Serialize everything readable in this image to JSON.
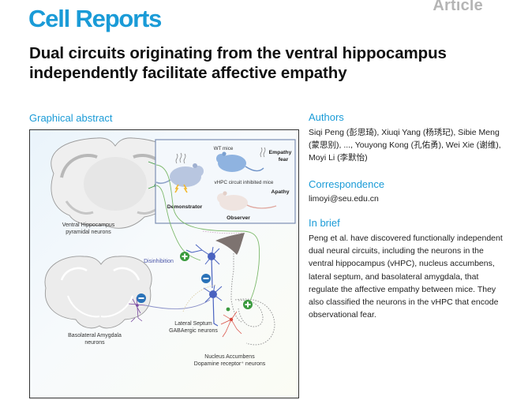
{
  "header": {
    "article_type": "Article",
    "journal": "Cell Reports",
    "title": "Dual circuits originating from the ventral hippocampus independently facilitate affective empathy"
  },
  "graphical_abstract": {
    "heading": "Graphical abstract",
    "inset": {
      "wt_label": "WT mice",
      "empathy_label_1": "Empathy",
      "empathy_label_2": "fear",
      "inhibited_label": "vHPC circuit inhibited mice",
      "apathy_label": "Apathy",
      "demonstrator_label": "Demonstrator",
      "observer_label": "Observer"
    },
    "labels": {
      "vhpc_1": "Ventral Hippocampus",
      "vhpc_2": "pyramidal neurons",
      "disinhibition": "Disinhibition",
      "bla_1": "Basolateral Amygdala",
      "bla_2": "neurons",
      "ls_1": "Lateral Septum",
      "ls_2": "GABAergic neurons",
      "nac_1": "Nucleus Accumbens",
      "nac_2": "Dopamine receptor⁺ neurons"
    },
    "colors": {
      "excitatory": "#3a9a3e",
      "inhibitory": "#2a72b8",
      "ls_neuron": "#4a63c0",
      "nac_neuron": "#d8483d",
      "bla_neuron": "#7a4aa0"
    }
  },
  "authors": {
    "heading": "Authors",
    "text": "Siqi Peng (彭思琦), Xiuqi Yang (杨琇玘), Sibie Meng (蒙思别), ..., Youyong Kong (孔佑勇), Wei Xie (谢维), Moyi Li (李默怡)"
  },
  "correspondence": {
    "heading": "Correspondence",
    "email": "limoyi@seu.edu.cn"
  },
  "in_brief": {
    "heading": "In brief",
    "text": "Peng et al. have discovered functionally independent dual neural circuits, including the neurons in the ventral hippocampus (vHPC), nucleus accumbens, lateral septum, and basolateral amygdala, that regulate the affective empathy between mice. They also classified the neurons in the vHPC that encode observational fear."
  }
}
